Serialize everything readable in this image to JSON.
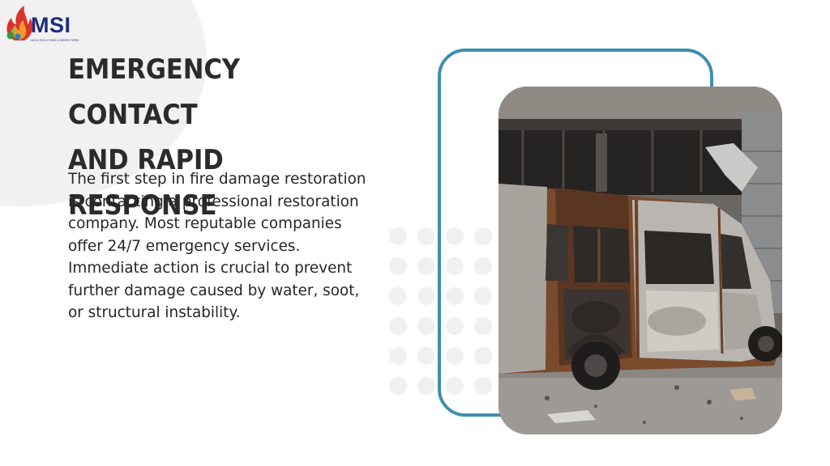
{
  "logo": {
    "text": "MSI",
    "tagline": "MOLD SOLUTIONS & INSPECTIONS"
  },
  "slide": {
    "title_line1": "Emergency Contact",
    "title_line2": "and Rapid Response",
    "body": "The first step in fire damage restoration is contacting a professional restoration company. Most reputable companies offer 24/7 emergency services. Immediate action is crucial to prevent further damage caused by water, soot, or structural instability."
  },
  "colors": {
    "frame_border": "#3f8fae",
    "title": "#2b2b2b",
    "body": "#262626",
    "logo_blue": "#1e2d7a",
    "logo_flame": "#d9342b"
  },
  "image": {
    "subject": "burned-out van in front of a fire-damaged building"
  }
}
